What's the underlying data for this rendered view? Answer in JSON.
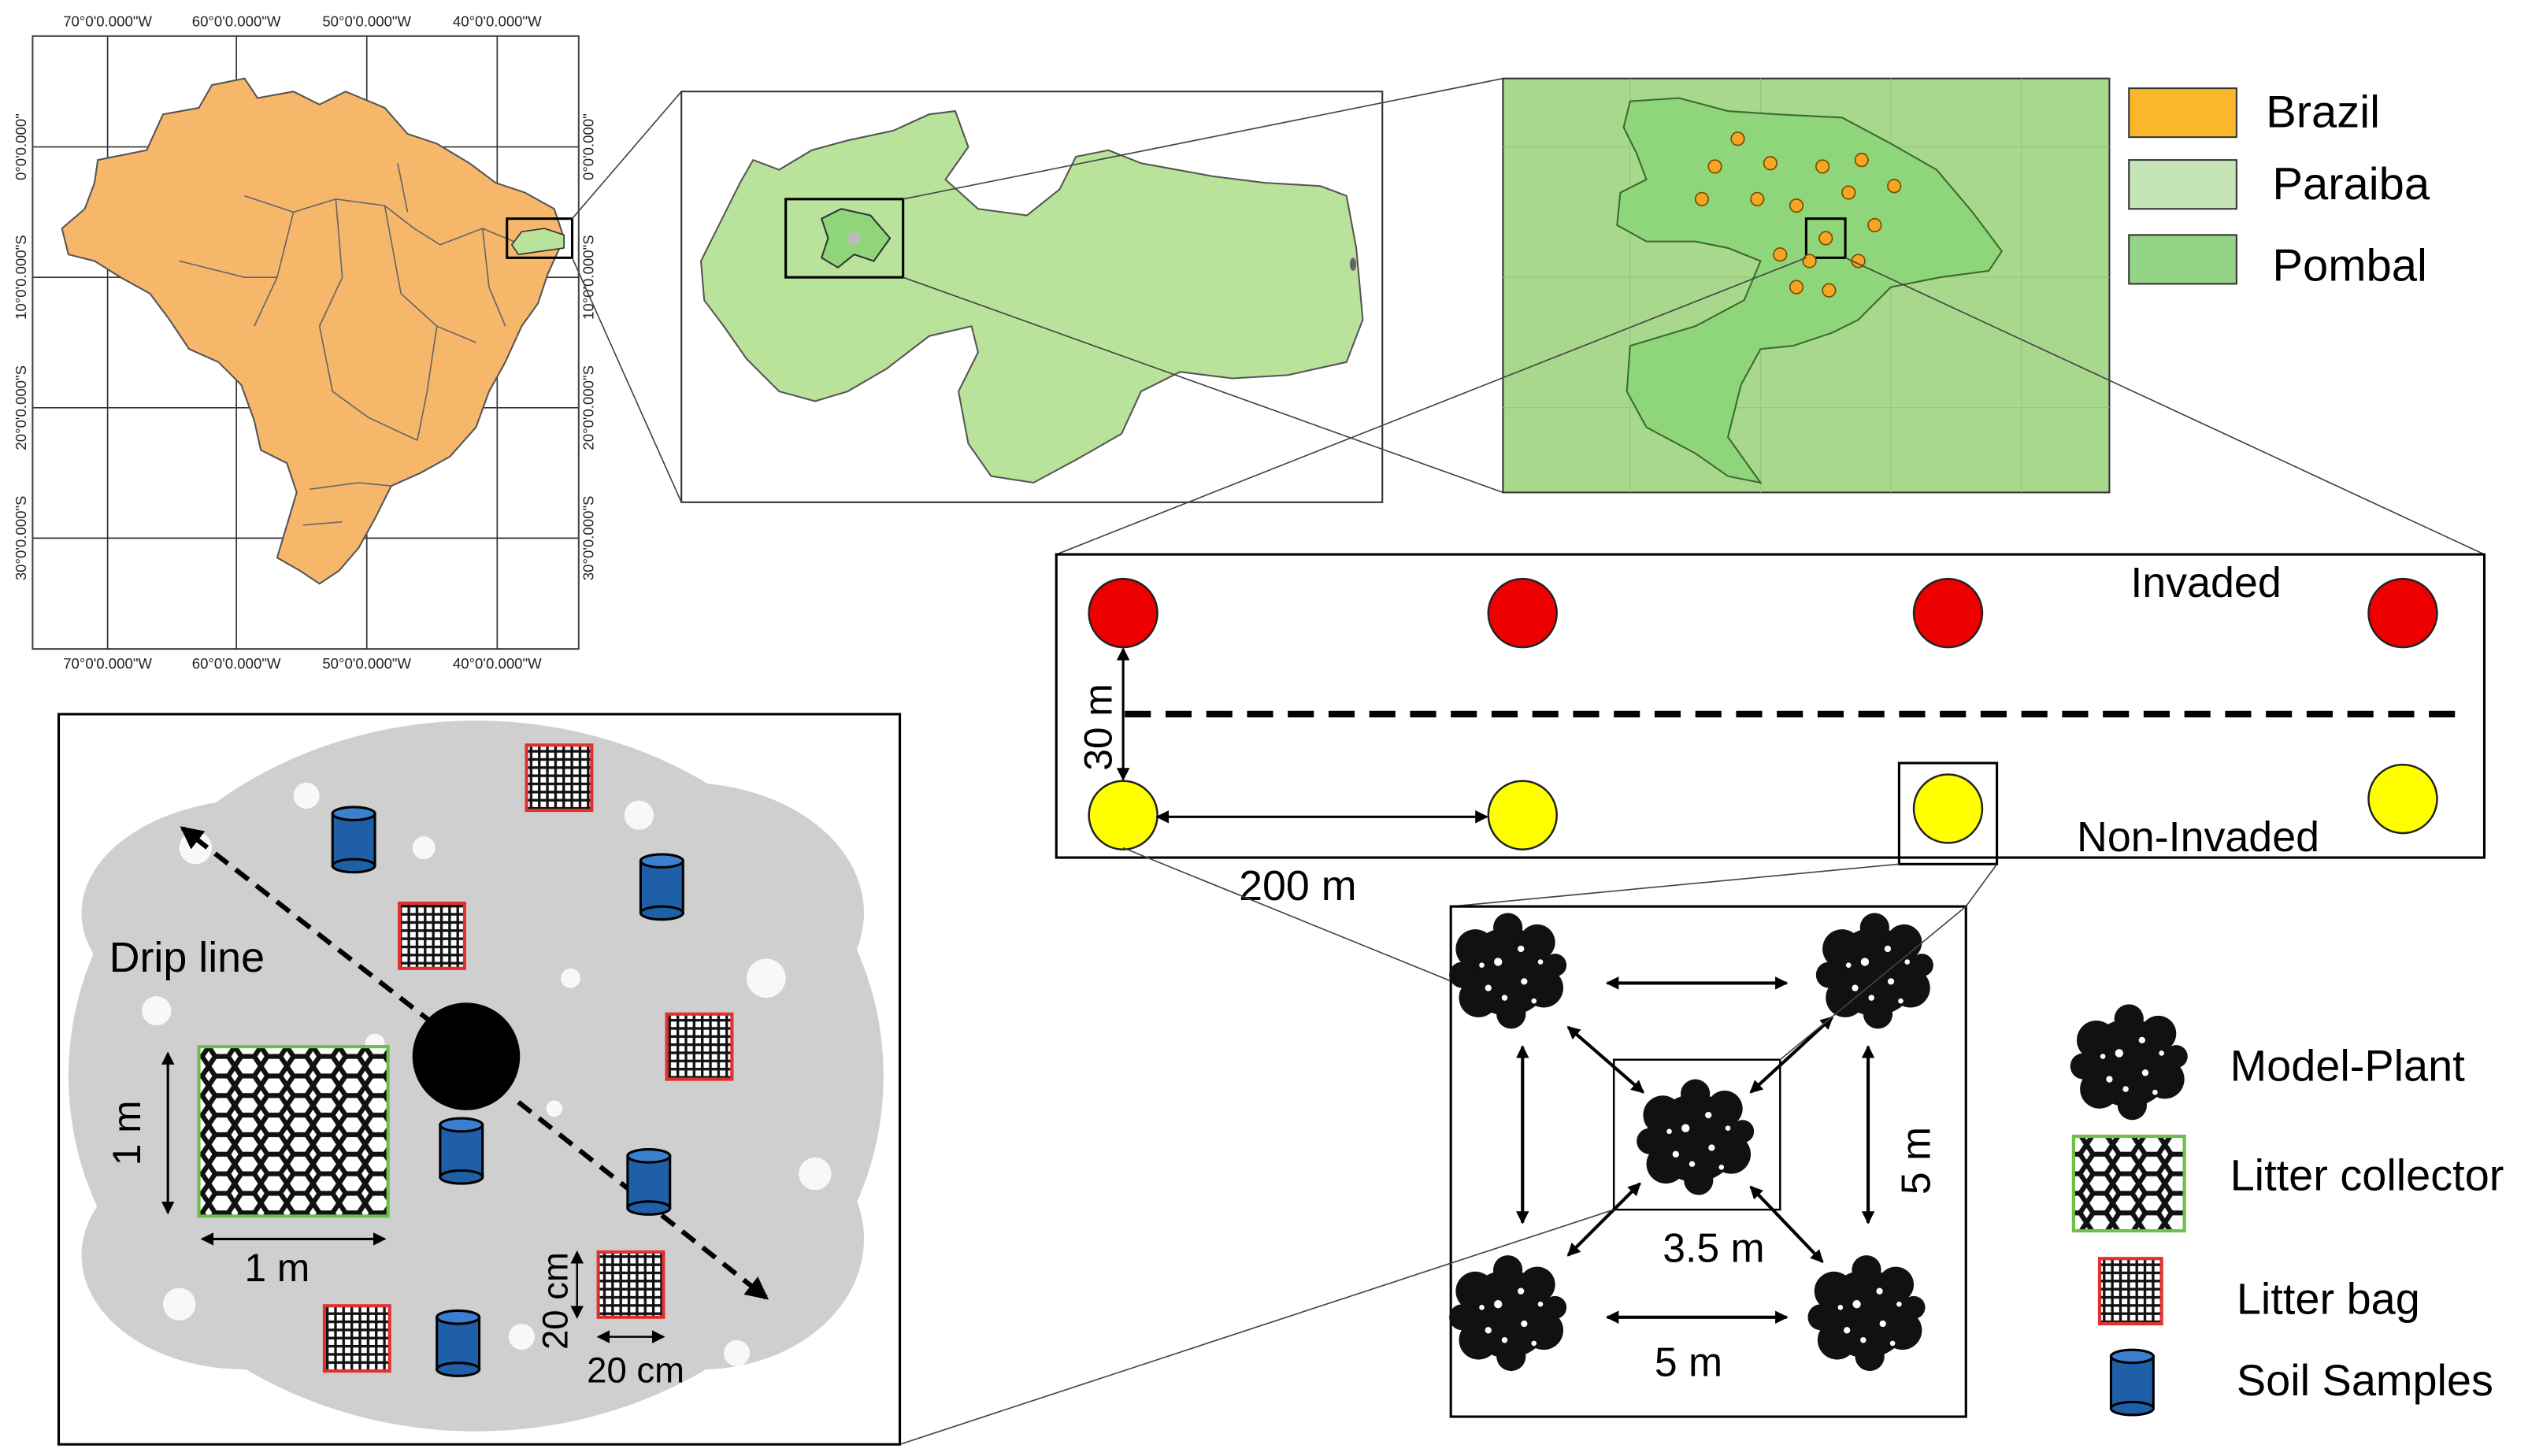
{
  "graticule": {
    "lon_labels": [
      "70°0'0.000\"W",
      "60°0'0.000\"W",
      "50°0'0.000\"W",
      "40°0'0.000\"W"
    ],
    "lat_labels": [
      "0°0'0.000\"",
      "10°0'0.000\"S",
      "20°0'0.000\"S",
      "30°0'0.000\"S"
    ]
  },
  "legend_map": {
    "items": [
      {
        "label": "Brazil",
        "color": "#f9b72a"
      },
      {
        "label": "Paraiba",
        "color": "#c6e5b7"
      },
      {
        "label": "Pombal",
        "color": "#93d486"
      }
    ]
  },
  "colors": {
    "brazil": "#f7b76b",
    "paraiba": "#b9e39b",
    "pombal_bg": "#a7d88b",
    "pombal": "#8fd67a",
    "site_dot": "#f5a623",
    "invaded": "#ee0000",
    "non_invaded": "#ffff00",
    "litter_bag_border": "#e03030",
    "litter_collector_border": "#6dbf4b",
    "soil_sample": "#1f5fa8",
    "canopy": "#cfcfcf"
  },
  "transect": {
    "invaded_label": "Invaded",
    "non_invaded_label": "Non-Invaded",
    "dist_vertical": "30 m",
    "dist_horizontal": "200 m"
  },
  "plot_layout": {
    "dist_diag": "3.5 m",
    "dist_side": "5 m",
    "dist_bottom": "5 m"
  },
  "canopy_detail": {
    "drip_line": "Drip line",
    "collector_w": "1 m",
    "collector_h": "1 m",
    "bag_w": "20 cm",
    "bag_h": "20 cm"
  },
  "legend_items": {
    "items": [
      {
        "label": "Model-Plant",
        "icon": "tree-icon"
      },
      {
        "label": "Litter collector",
        "icon": "net-icon"
      },
      {
        "label": "Litter bag",
        "icon": "bag-icon"
      },
      {
        "label": "Soil Samples",
        "icon": "cylinder-icon"
      }
    ]
  }
}
